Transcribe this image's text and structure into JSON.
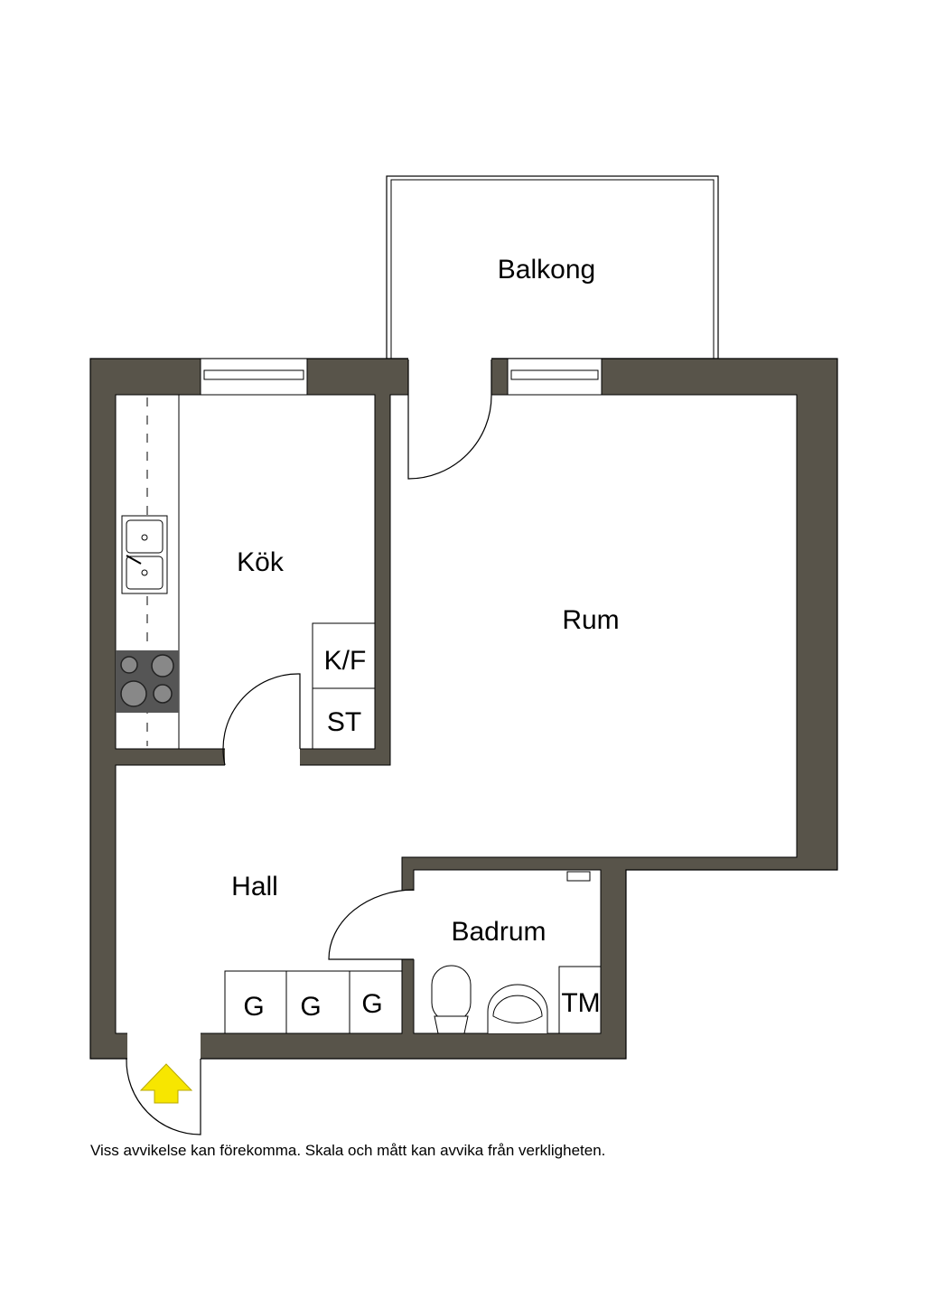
{
  "rooms": {
    "balcony": "Balkong",
    "kitchen": "Kök",
    "living_room": "Rum",
    "hall": "Hall",
    "bathroom": "Badrum"
  },
  "fixtures": {
    "fridge_freezer": "K/F",
    "stove_cabinet": "ST",
    "wardrobes": [
      "G",
      "G",
      "G"
    ],
    "washing_machine": "TM"
  },
  "colors": {
    "wall": "#58544a",
    "entry_arrow": "#f7e600",
    "stove": "#555555"
  },
  "disclaimer": "Viss avvikelse kan förekomma. Skala och mått kan avvika från verkligheten."
}
